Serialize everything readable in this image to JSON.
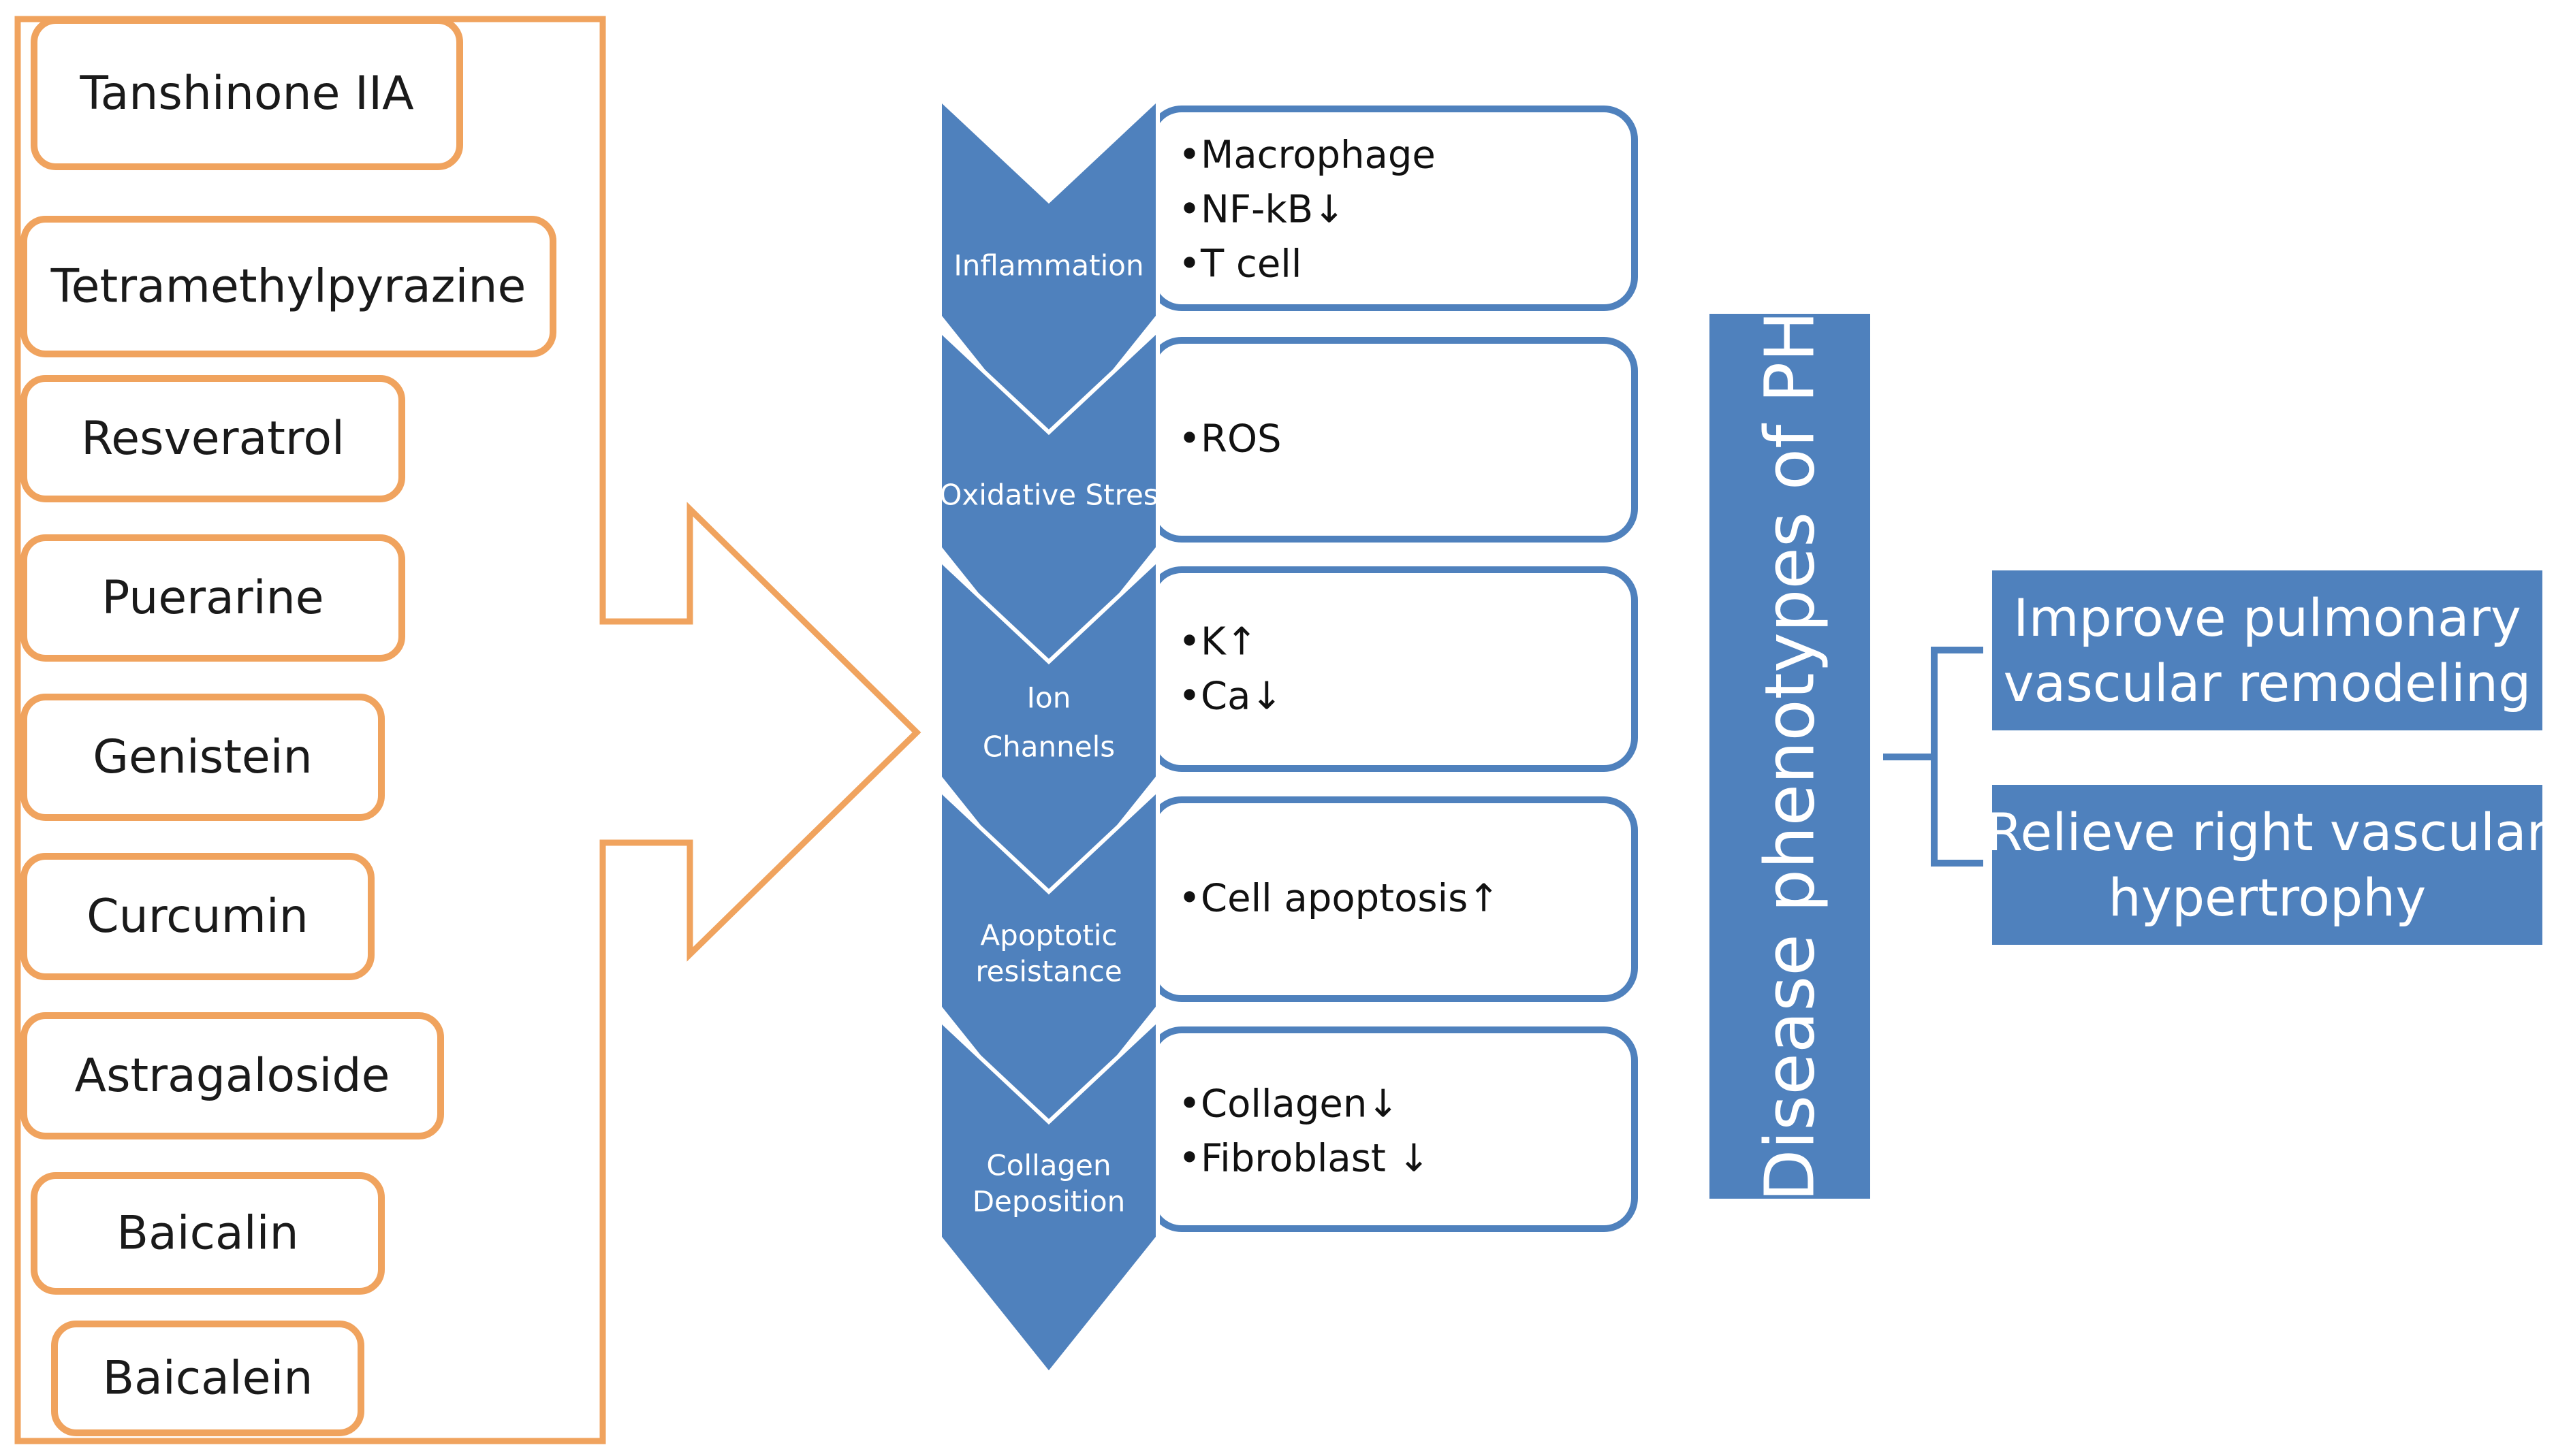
{
  "compounds": [
    "Tanshinone IIA",
    "Tetramethylpyrazine",
    "Resveratrol",
    "Puerarine",
    "Genistein",
    "Curcumin",
    "Astragaloside",
    "Baicalin",
    "Baicalein"
  ],
  "stages": [
    {
      "label_lines": [
        "Inflammation"
      ],
      "bullets": [
        "•Macrophage",
        "•NF-kB↓",
        "•T cell"
      ]
    },
    {
      "label_lines": [
        "Oxidative Stres"
      ],
      "bullets": [
        "•ROS"
      ]
    },
    {
      "label_lines": [
        "Ion",
        "Channels"
      ],
      "bullets": [
        "•K↑",
        "•Ca↓"
      ]
    },
    {
      "label_lines": [
        "Apoptotic",
        "resistance"
      ],
      "bullets": [
        "•Cell  apoptosis↑"
      ]
    },
    {
      "label_lines": [
        "Collagen",
        "Deposition"
      ],
      "bullets": [
        "•Collagen↓",
        "•Fibroblast ↓"
      ]
    }
  ],
  "phenotype_label": "Disease phenotypes of PH",
  "outcomes": [
    [
      "Improve pulmonary",
      "vascular remodeling"
    ],
    [
      "Relieve right vascular",
      "hypertrophy"
    ]
  ],
  "colors": {
    "orange": "#F0A35E",
    "blue": "#4F81BD",
    "text_dark": "#1a1a1a",
    "white": "#ffffff"
  }
}
